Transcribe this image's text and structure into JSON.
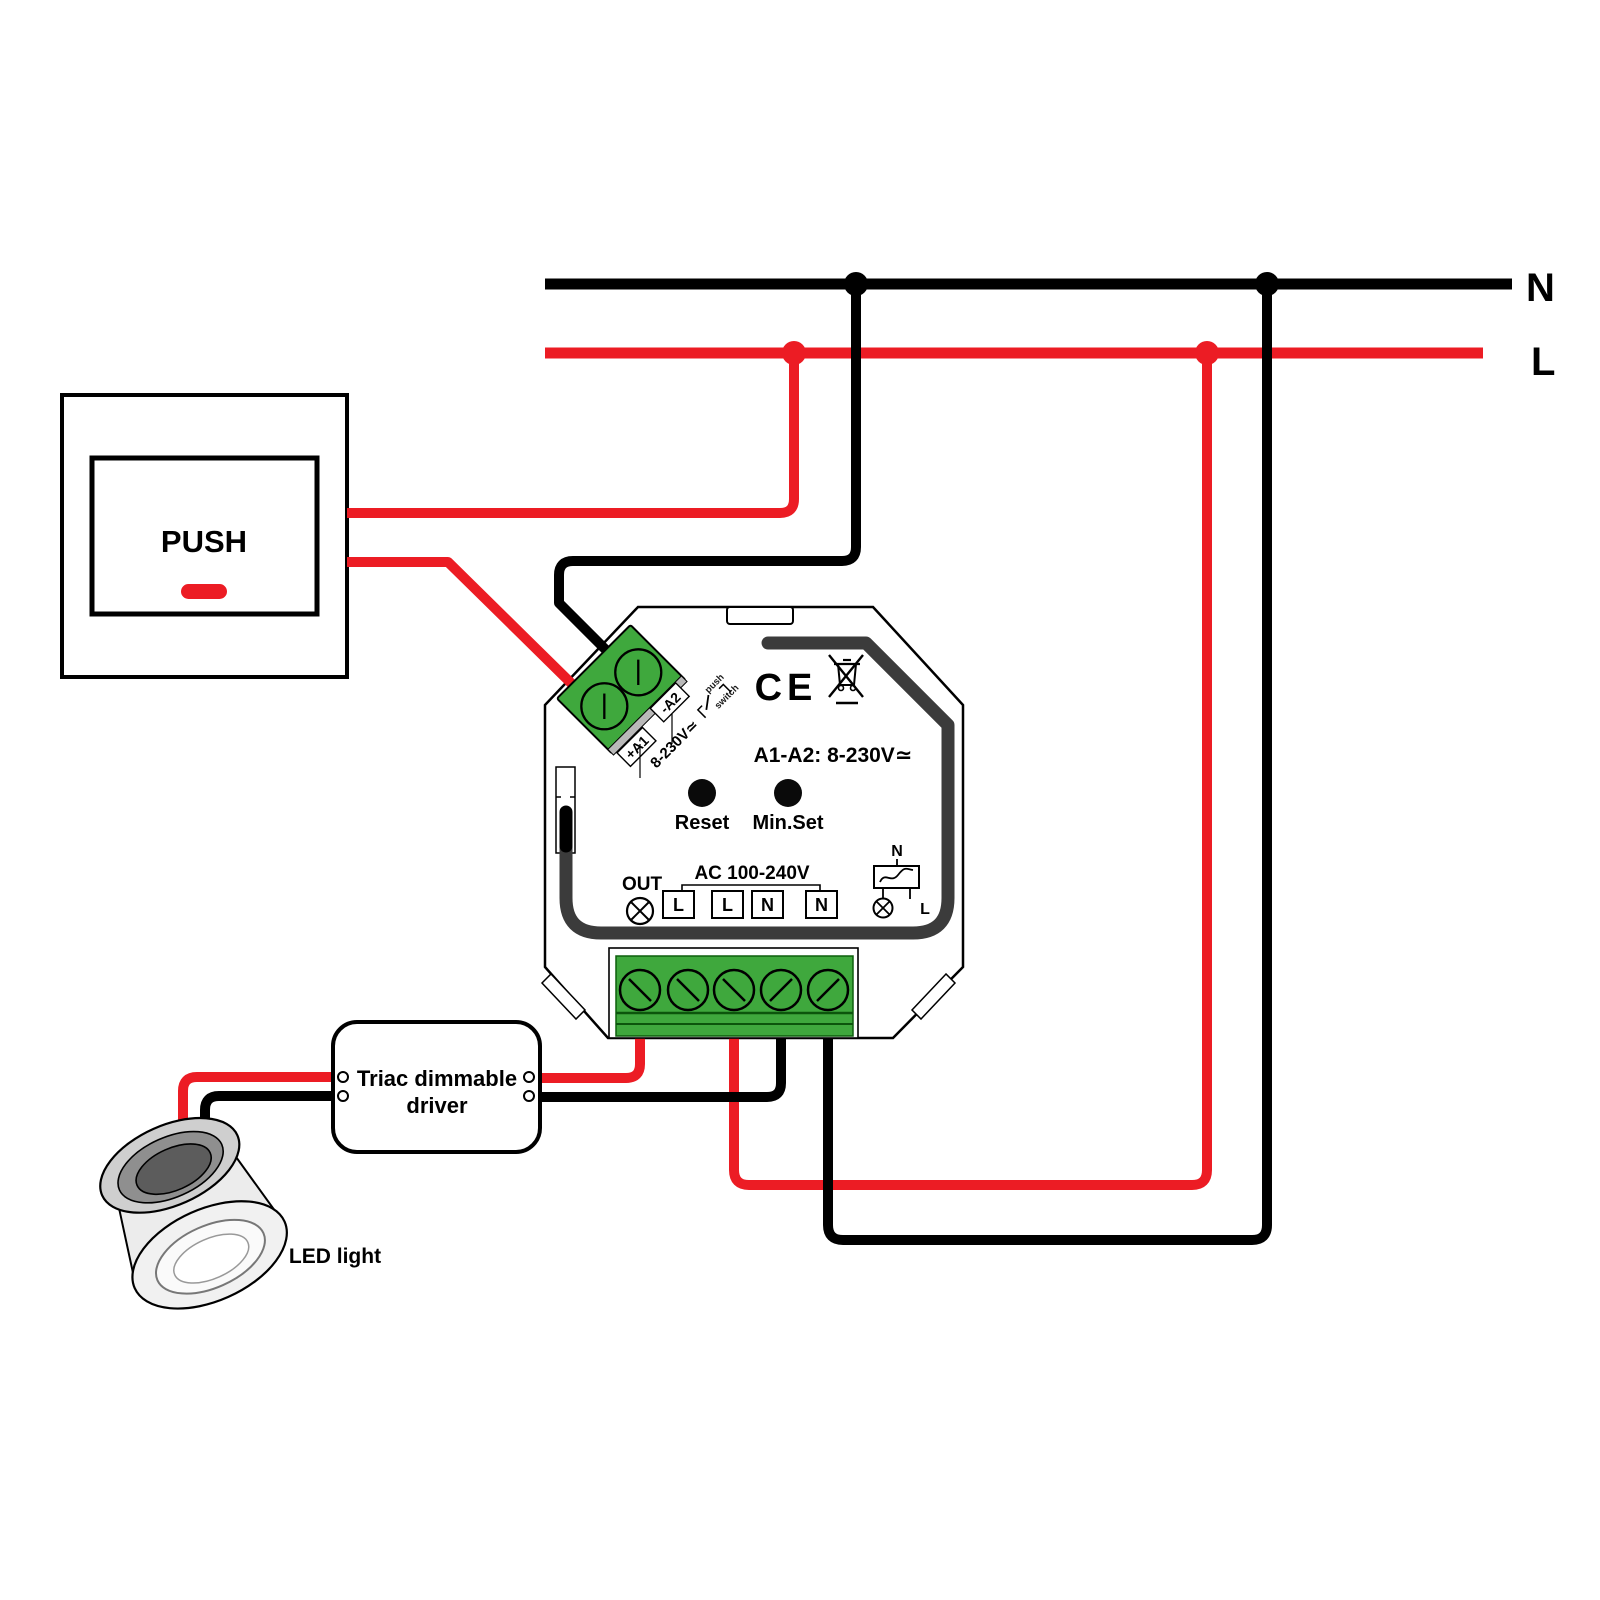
{
  "power": {
    "neutral_label": "N",
    "live_label": "L"
  },
  "push_switch": {
    "label": "PUSH"
  },
  "dimmer_module": {
    "ce_mark": "CE",
    "rating": "A1-A2: 8-230V≃",
    "reset_label": "Reset",
    "min_set_label": "Min.Set",
    "out_label": "OUT",
    "ac_input_label": "AC 100-240V",
    "ac_terminals": [
      "L",
      "L",
      "N",
      "N"
    ],
    "relay_n_label": "N",
    "relay_l_label": "L",
    "terminal_a1_label": "+A1",
    "terminal_a2_label": "-A2",
    "push_terminal_rating": "8-230V≃",
    "push_switch_note_line1": "push",
    "push_switch_note_line2": "switch"
  },
  "driver": {
    "name_line1": "Triac dimmable",
    "name_line2": "driver"
  },
  "led": {
    "label": "LED light"
  },
  "colors": {
    "wire_red": "#ec1c24",
    "wire_black": "#000000",
    "terminal_green": "#3fa83d",
    "terminal_green_dark": "#0d5f0d",
    "module_channel_gray": "#3b3b3b"
  }
}
